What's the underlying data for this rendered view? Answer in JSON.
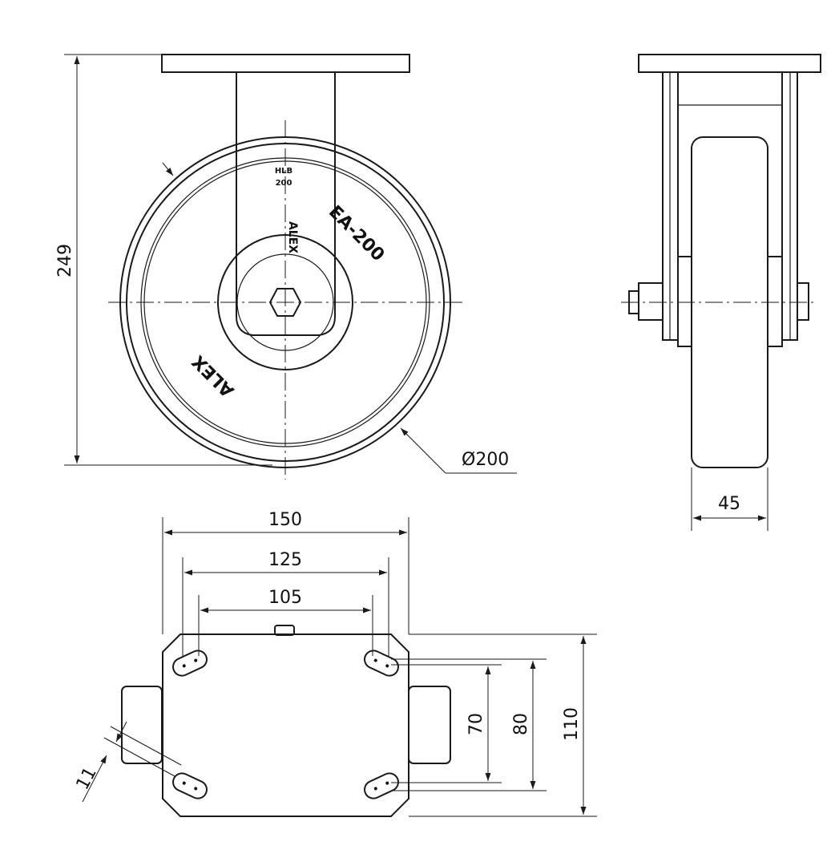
{
  "dimensions": {
    "height": "249",
    "wheel_diameter": "Ø200",
    "wheel_width": "45",
    "plate_length": "150",
    "hole_spacing_outer": "125",
    "hole_spacing_inner": "105",
    "hole_spacing_y_inner": "70",
    "hole_spacing_y_outer": "80",
    "plate_width": "110",
    "slot_width": "11"
  },
  "markings": {
    "hub_label_line1": "HLB",
    "hub_label_line2": "200",
    "vertical_brand": "ALEX",
    "wheel_code": "EA-200",
    "wheel_brand": "ALEX"
  }
}
